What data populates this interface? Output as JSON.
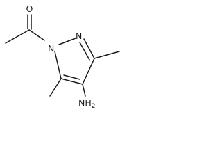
{
  "molecule": {
    "atoms": {
      "oxygen": "O",
      "n1": "N",
      "n2": "N",
      "amine_n": "NH",
      "amine_sub": "2"
    }
  }
}
